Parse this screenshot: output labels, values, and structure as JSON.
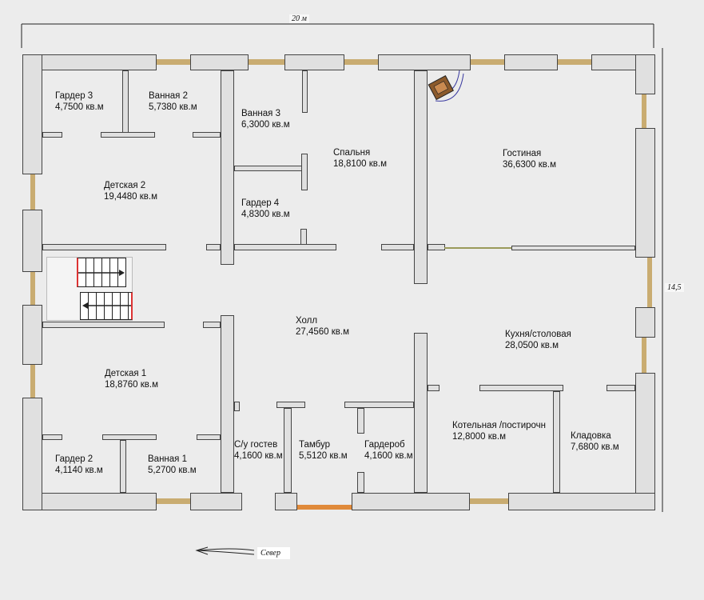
{
  "dimensions": {
    "width": "20 м",
    "height": "14,5"
  },
  "compass": {
    "label": "Север"
  },
  "rooms": [
    {
      "name": "Гардер 3",
      "area": "4,7500 кв.м"
    },
    {
      "name": "Ванная 2",
      "area": "5,7380 кв.м"
    },
    {
      "name": "Ванная 3",
      "area": "6,3000 кв.м"
    },
    {
      "name": "Спальня",
      "area": "18,8100 кв.м"
    },
    {
      "name": "Гостиная",
      "area": "36,6300 кв.м"
    },
    {
      "name": "Детская 2",
      "area": "19,4480 кв.м"
    },
    {
      "name": "Гардер 4",
      "area": "4,8300 кв.м"
    },
    {
      "name": "Холл",
      "area": "27,4560 кв.м"
    },
    {
      "name": "Кухня/столовая",
      "area": "28,0500 кв.м"
    },
    {
      "name": "Детская 1",
      "area": "18,8760 кв.м"
    },
    {
      "name": "С/у гостев",
      "area": "4,1600 кв.м"
    },
    {
      "name": "Тамбур",
      "area": "5,5120 кв.м"
    },
    {
      "name": "Гардероб",
      "area": "4,1600 кв.м"
    },
    {
      "name": "Котельная /постирочн",
      "area": "12,8000 кв.м"
    },
    {
      "name": "Кладовка",
      "area": "7,6800 кв.м"
    },
    {
      "name": "Гардер 2",
      "area": "4,1140 кв.м"
    },
    {
      "name": "Ванная 1",
      "area": "5,2700 кв.м"
    }
  ],
  "icons": {
    "fireplace": "fireplace-icon",
    "stairs": "stairs-icon",
    "north_arrow": "arrow-left-icon"
  },
  "colors": {
    "wall_fill": "#e0e0e0",
    "wall_line": "#454545",
    "window": "#c9ac71",
    "entrance": "#e08a3a",
    "background": "#ececec"
  }
}
